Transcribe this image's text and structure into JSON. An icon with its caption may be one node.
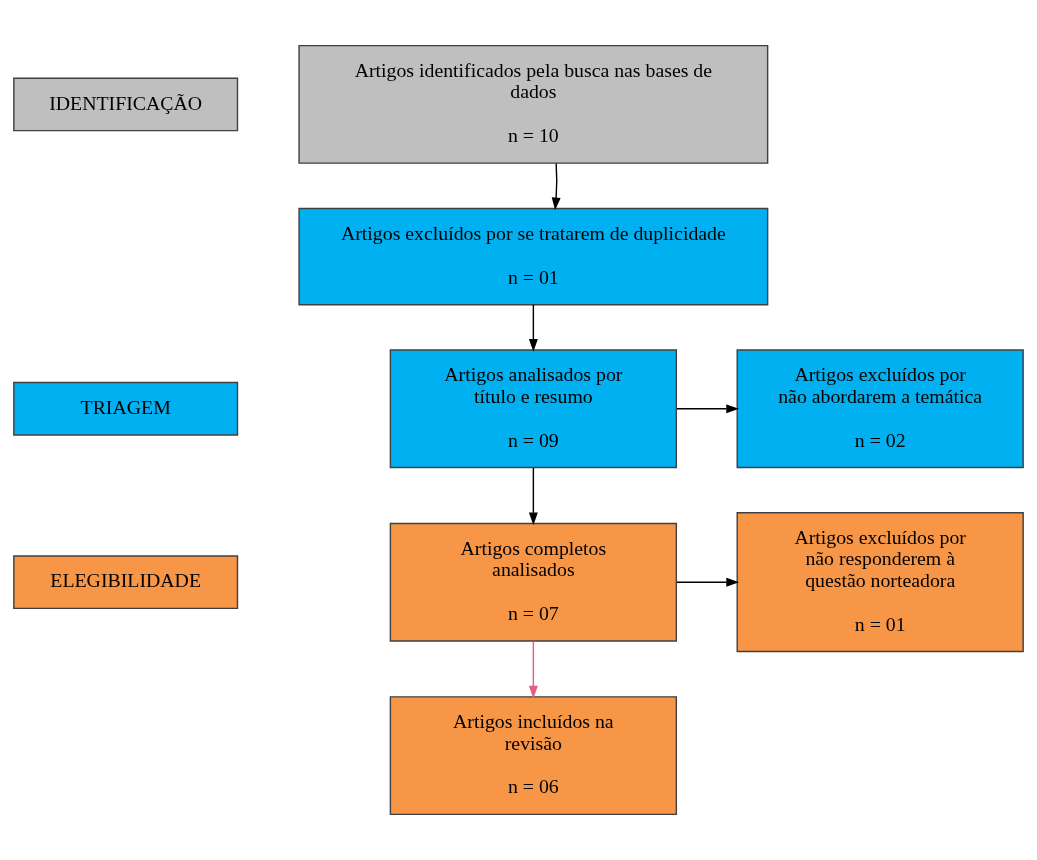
{
  "diagram": {
    "nodes": [
      {
        "text": [
          "IDENTIFICAÇÃO"
        ]
      },
      {
        "text": [
          "Artigos identificados pela busca nas bases de dados",
          "n = 10"
        ]
      },
      {
        "text": [
          "TRIAGEM"
        ]
      },
      {
        "text": [
          "Artigos excluídos por se tratarem de duplicidade",
          "n = 01"
        ]
      },
      {
        "text": [
          "Artigos analisados por título e resumo",
          "n = 09"
        ]
      },
      {
        "text": [
          "Artigos excluídos por não abordarem a temática",
          "n = 02"
        ]
      },
      {
        "text": [
          "ELEGIBILIDADE"
        ]
      },
      {
        "text": [
          "Artigos completos analisados",
          "n = 07"
        ]
      },
      {
        "text": [
          "Artigos excluídos por não responderem à questão norteadora",
          "n = 01"
        ]
      },
      {
        "text": [
          "Artigos incluídos na revisão",
          "n = 06"
        ]
      }
    ],
    "edges": [
      {
        "from": 1,
        "to": 3,
        "arrow": "to"
      },
      {
        "from": 3,
        "to": 4,
        "arrow": "to"
      },
      {
        "from": 4,
        "to": 5,
        "arrow": "to"
      },
      {
        "from": 4,
        "to": 7,
        "arrow": "to"
      },
      {
        "from": 7,
        "to": 8,
        "arrow": "to"
      },
      {
        "from": 7,
        "to": 9,
        "arrow": "to",
        "color": "#e0607e"
      }
    ]
  }
}
